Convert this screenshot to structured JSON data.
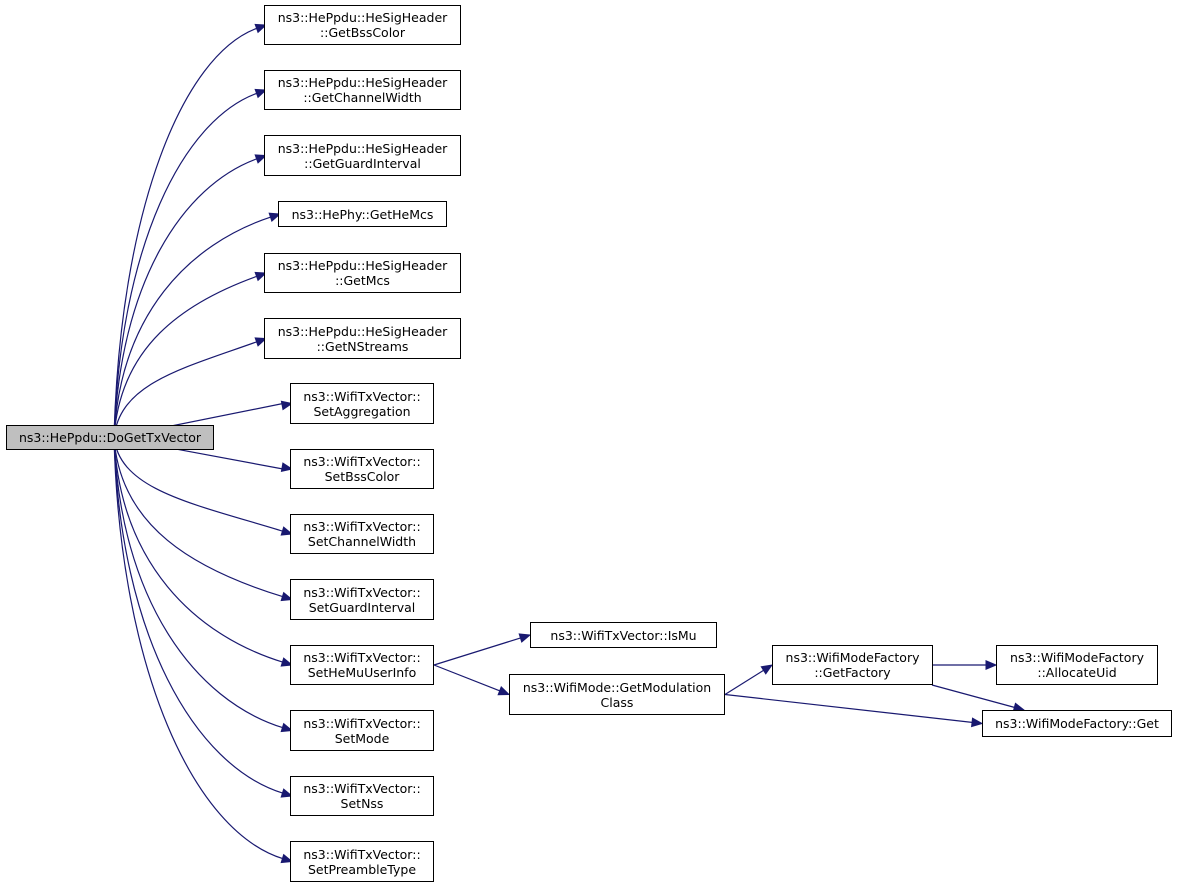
{
  "colors": {
    "edge": "#191970",
    "node_border": "#000000",
    "node_fill": "#ffffff",
    "root_fill": "#bfbfbf"
  },
  "nodes": {
    "root": [
      "ns3::HePpdu::DoGetTxVector"
    ],
    "get_bss_color": [
      "ns3::HePpdu::HeSigHeader",
      "::GetBssColor"
    ],
    "get_channel_width": [
      "ns3::HePpdu::HeSigHeader",
      "::GetChannelWidth"
    ],
    "get_guard_interval": [
      "ns3::HePpdu::HeSigHeader",
      "::GetGuardInterval"
    ],
    "get_he_mcs": [
      "ns3::HePhy::GetHeMcs"
    ],
    "get_mcs": [
      "ns3::HePpdu::HeSigHeader",
      "::GetMcs"
    ],
    "get_nstreams": [
      "ns3::HePpdu::HeSigHeader",
      "::GetNStreams"
    ],
    "set_aggregation": [
      "ns3::WifiTxVector::",
      "SetAggregation"
    ],
    "set_bss_color": [
      "ns3::WifiTxVector::",
      "SetBssColor"
    ],
    "set_channel_width": [
      "ns3::WifiTxVector::",
      "SetChannelWidth"
    ],
    "set_guard_interval": [
      "ns3::WifiTxVector::",
      "SetGuardInterval"
    ],
    "set_he_mu_user_info": [
      "ns3::WifiTxVector::",
      "SetHeMuUserInfo"
    ],
    "set_mode": [
      "ns3::WifiTxVector::",
      "SetMode"
    ],
    "set_nss": [
      "ns3::WifiTxVector::",
      "SetNss"
    ],
    "set_preamble_type": [
      "ns3::WifiTxVector::",
      "SetPreambleType"
    ],
    "is_mu": [
      "ns3::WifiTxVector::IsMu"
    ],
    "get_modulation_class": [
      "ns3::WifiMode::GetModulation",
      "Class"
    ],
    "get_factory": [
      "ns3::WifiModeFactory",
      "::GetFactory"
    ],
    "allocate_uid": [
      "ns3::WifiModeFactory",
      "::AllocateUid"
    ],
    "factory_get": [
      "ns3::WifiModeFactory::Get"
    ]
  },
  "edges": [
    [
      "root",
      "get_bss_color"
    ],
    [
      "root",
      "get_channel_width"
    ],
    [
      "root",
      "get_guard_interval"
    ],
    [
      "root",
      "get_he_mcs"
    ],
    [
      "root",
      "get_mcs"
    ],
    [
      "root",
      "get_nstreams"
    ],
    [
      "root",
      "set_aggregation"
    ],
    [
      "root",
      "set_bss_color"
    ],
    [
      "root",
      "set_channel_width"
    ],
    [
      "root",
      "set_guard_interval"
    ],
    [
      "root",
      "set_he_mu_user_info"
    ],
    [
      "root",
      "set_mode"
    ],
    [
      "root",
      "set_nss"
    ],
    [
      "root",
      "set_preamble_type"
    ],
    [
      "set_he_mu_user_info",
      "is_mu"
    ],
    [
      "set_he_mu_user_info",
      "get_modulation_class"
    ],
    [
      "get_modulation_class",
      "get_factory"
    ],
    [
      "get_modulation_class",
      "factory_get"
    ],
    [
      "get_factory",
      "allocate_uid"
    ],
    [
      "get_factory",
      "factory_get"
    ]
  ]
}
